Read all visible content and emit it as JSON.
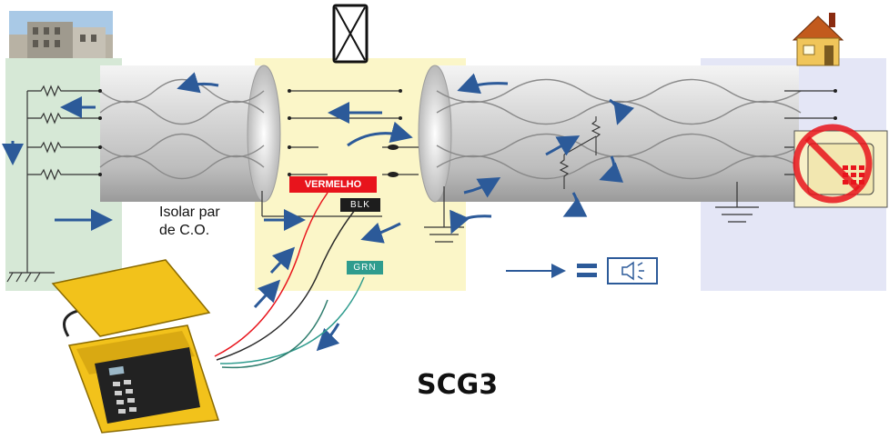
{
  "labels": {
    "red_wire": "VERMELHO",
    "black_wire": "BLK",
    "green_wire": "GRN",
    "isolate_note": "Isolar par\nde C.O."
  },
  "title": "SCG3",
  "icons": {
    "central_office": "building-photo-icon",
    "terminal": "crossed-box-icon",
    "customer": "house-icon",
    "no_phone": "no-telephone-icon",
    "tone": "speaker-icon",
    "tester": "yellow-test-set-icon"
  },
  "colors": {
    "co_panel": "#d6e8d6",
    "terminal_panel": "#fbf6c8",
    "customer_panel": "#e4e6f6",
    "arrow": "#2c5a99",
    "red": "#e8141c",
    "yellow": "#f2c21b"
  }
}
